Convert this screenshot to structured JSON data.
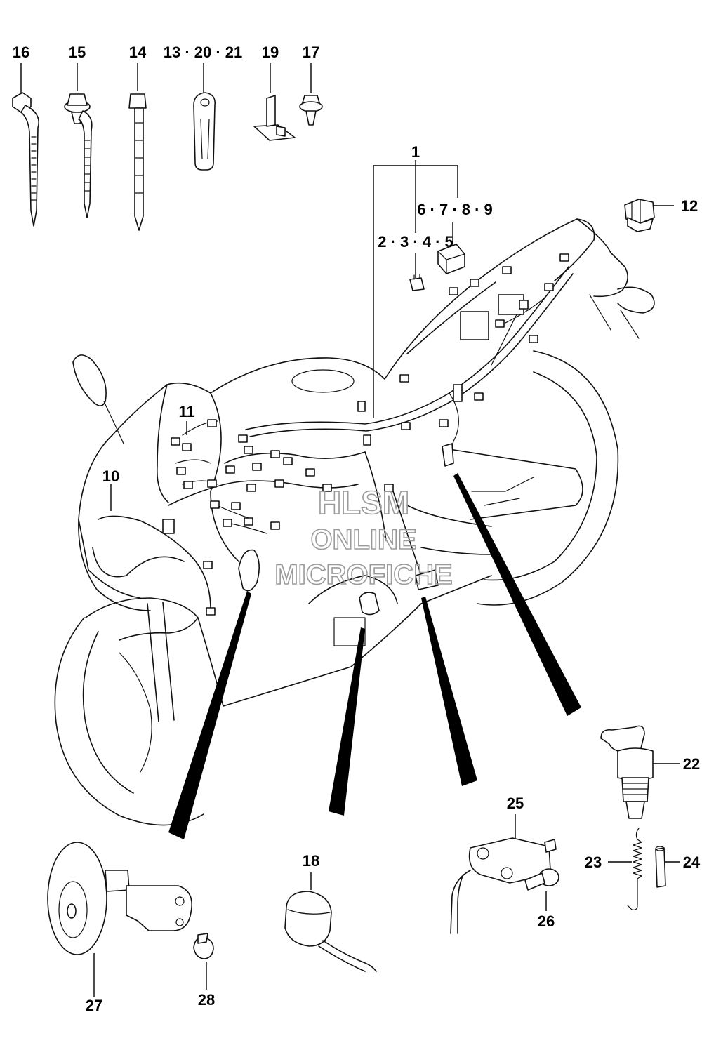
{
  "callouts": {
    "c16": "16",
    "c15": "15",
    "c14": "14",
    "c13": "13 · 20 · 21",
    "c19": "19",
    "c17": "17",
    "c1": "1",
    "c6789": "6 · 7 · 8 · 9",
    "c2345": "2 · 3 · 4 · 5",
    "c12": "12",
    "c11": "11",
    "c10": "10",
    "c22": "22",
    "c23": "23",
    "c24": "24",
    "c25": "25",
    "c26": "26",
    "c18": "18",
    "c27": "27",
    "c28": "28"
  },
  "watermark": {
    "line1": "HLSM",
    "line2": "ONLINE",
    "line3": "MICROFICHE"
  },
  "colors": {
    "ink": "#111111",
    "watermark": "#9a9a9a",
    "background": "#ffffff"
  }
}
